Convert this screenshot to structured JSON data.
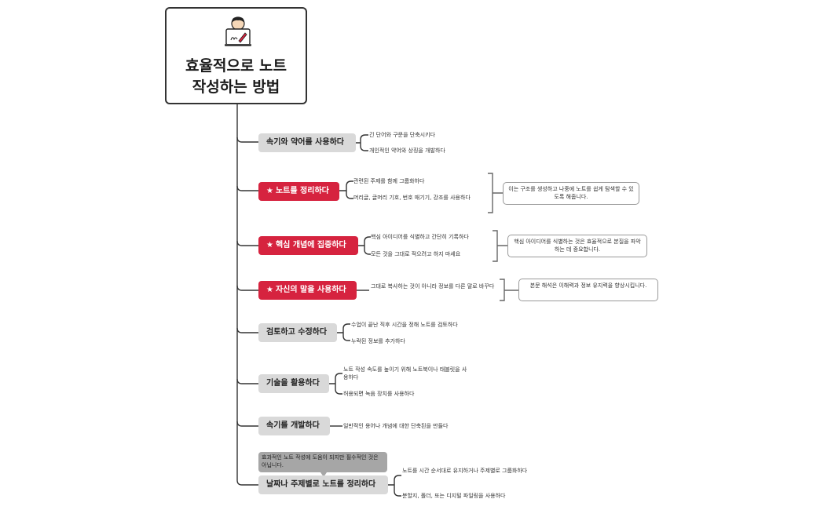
{
  "root": {
    "title": "효율적으로 노트\n작성하는 방법",
    "icon": "person-writing-on-laptop-icon"
  },
  "colors": {
    "red": "#d6233f",
    "gray": "#d9d9d9",
    "line": "#333333",
    "note_border": "#999999",
    "callout": "#a6a6a6"
  },
  "branches": [
    {
      "label": "속기와 약어를 사용하다",
      "starred": false,
      "subs": [
        "긴 단어와 구문을 단축시키다",
        "개인적인 약어와 상징을 개발하다"
      ]
    },
    {
      "label": "노트를 정리하다",
      "starred": true,
      "subs": [
        "관련된 주제를 함께 그룹화하다",
        "머리글, 글머리 기호, 번호 매기기, 강조를 사용하다"
      ],
      "note": "이는 구조를 생성하고 나중에 노트를 쉽게 탐색할 수 있도록 해줍니다."
    },
    {
      "label": "핵심 개념에 집중하다",
      "starred": true,
      "subs": [
        "핵심 아이디어를 식별하고 간단히 기록하다",
        "모든 것을 그대로 적으려고 하지 마세요"
      ],
      "note": "핵심 아이디어를 식별하는 것은 효율적으로 본질을 파악하는 데 중요합니다."
    },
    {
      "label": "자신의 말을 사용하다",
      "starred": true,
      "subs": [
        "그대로 복사하는 것이 아니라 정보를 다른 말로 바꾸다"
      ],
      "note": "본문 해석은 이해력과 정보 유지력을 향상시킵니다."
    },
    {
      "label": "검토하고 수정하다",
      "starred": false,
      "subs": [
        "수업이 끝난 직후 시간을 정해 노트를 검토하다",
        "누락된 정보를 추가하다"
      ]
    },
    {
      "label": "기술을 활용하다",
      "starred": false,
      "subs": [
        "노트 작성 속도를 높이기 위해 노트북이나 태블릿을 사용하다",
        "허용되면 녹음 장치를 사용하다"
      ]
    },
    {
      "label": "속기를 개발하다",
      "starred": false,
      "subs": [
        "일반적인 용어나 개념에 대한 단축된을 만들다"
      ]
    },
    {
      "label": "날짜나 주제별로 노트를 정리하다",
      "starred": false,
      "callout": "효과적인 노트 작성에 도움이 되지만 필수적인 것은 아닙니다.",
      "subs": [
        "노트를 시간 순서대로 유지하거나 주제별로 그룹화하다",
        "분할지, 폴더, 또는 디지털 파일링을 사용하다"
      ]
    }
  ]
}
